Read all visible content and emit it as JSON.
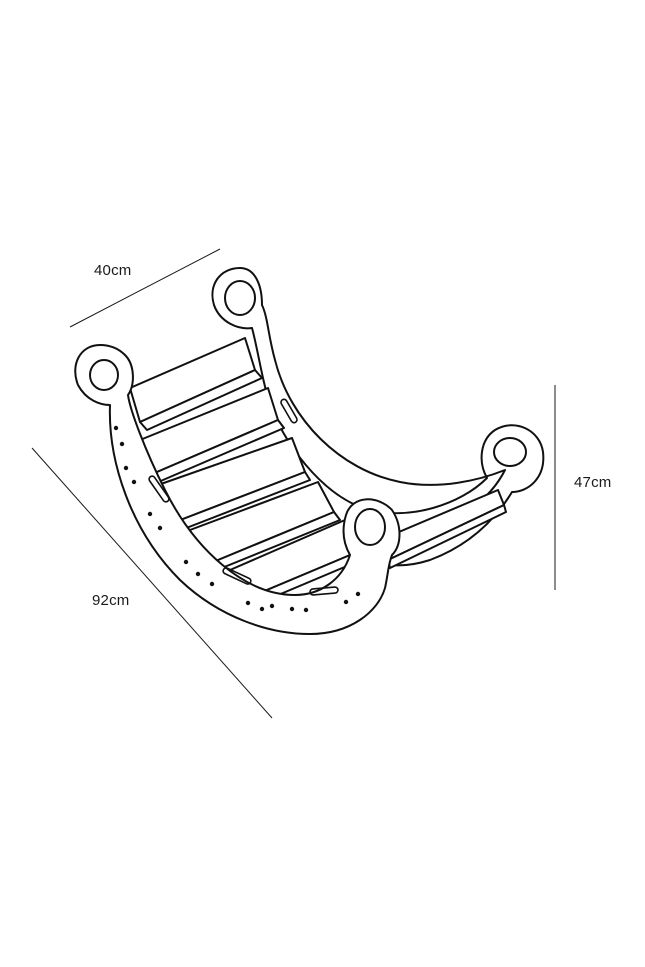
{
  "dimensions": {
    "width": "40cm",
    "length": "92cm",
    "height": "47cm"
  },
  "colors": {
    "line": "#111111",
    "background": "#ffffff"
  }
}
